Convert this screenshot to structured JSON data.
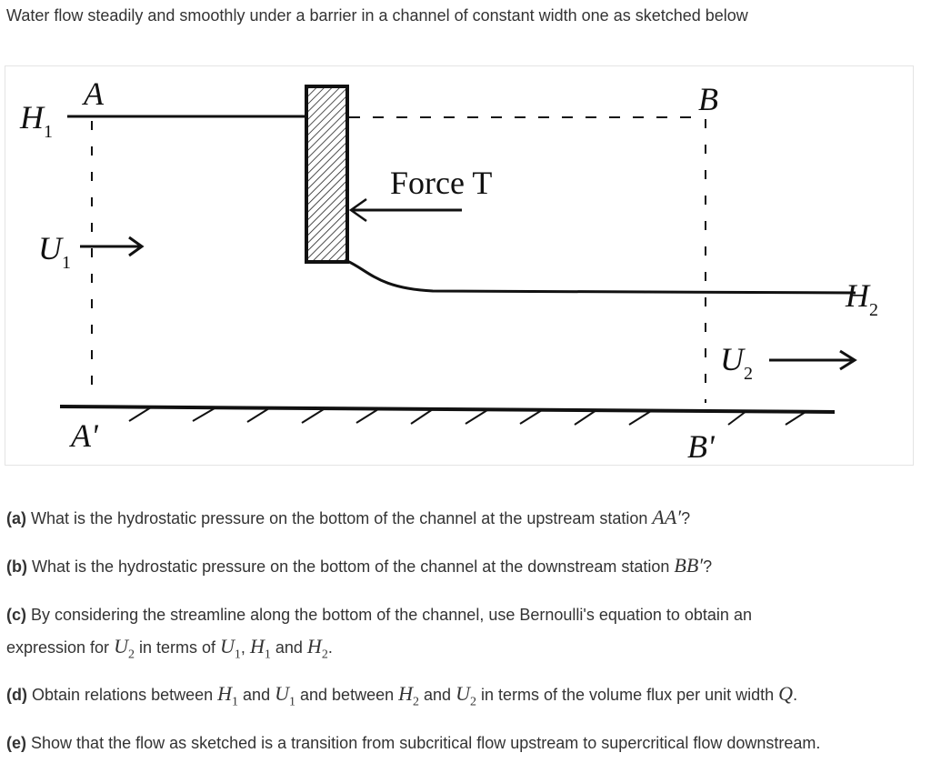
{
  "intro": "Water flow steadily and smoothly under a barrier in a channel of constant width one as sketched below",
  "figure": {
    "label_A": "A",
    "label_A_prime": "A'",
    "label_B": "B",
    "label_B_prime": "B'",
    "label_H1": "H",
    "label_H1_sub": "1",
    "label_U1": "U",
    "label_U1_sub": "1",
    "label_H2": "H",
    "label_H2_sub": "2",
    "label_U2": "U",
    "label_U2_sub": "2",
    "label_force": "Force T"
  },
  "questions": {
    "a": {
      "tag": "(a)",
      "text": "What is the hydrostatic pressure on the bottom of the channel at the upstream station",
      "var": "AA′",
      "end": "?"
    },
    "b": {
      "tag": "(b)",
      "text": "What is the hydrostatic pressure on the bottom of the channel at the downstream station",
      "var": "BB′",
      "end": "?"
    },
    "c": {
      "tag": "(c)",
      "line1": "By considering the streamline along the bottom of the channel, use Bernoulli's equation to obtain an",
      "line2_start": "expression for",
      "v1": "U",
      "v1_sub": "2",
      "mid1": "in terms of",
      "v2": "U",
      "v2_sub": "1",
      "comma1": ",",
      "v3": "H",
      "v3_sub": "1",
      "and_word": "and",
      "v4": "H",
      "v4_sub": "2",
      "end": "."
    },
    "d": {
      "tag": "(d)",
      "t1": "Obtain relations between",
      "v1": "H",
      "v1_sub": "1",
      "and1": "and",
      "v2": "U",
      "v2_sub": "1",
      "t2": "and between",
      "v3": "H",
      "v3_sub": "2",
      "and2": "and",
      "v4": "U",
      "v4_sub": "2",
      "t3": "in terms of the volume flux per unit width",
      "v5": "Q",
      "end": "."
    },
    "e": {
      "tag": "(e)",
      "text": "Show that the flow as sketched is a transition from subcritical flow upstream to supercritical flow downstream."
    }
  }
}
